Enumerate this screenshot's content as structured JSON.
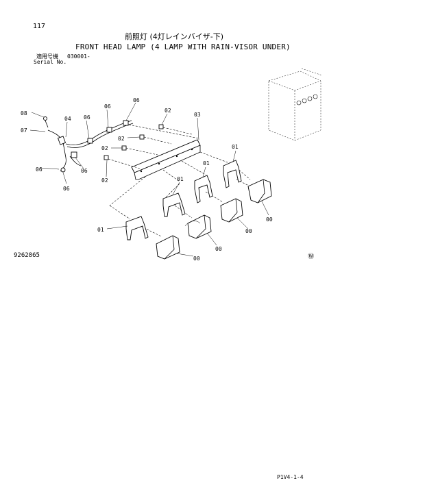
{
  "header": {
    "page_number": "117",
    "title_jp": "前照灯 (4灯レインバイザ-下)",
    "title_en": "FRONT HEAD LAMP (4 LAMP WITH RAIN-VISOR UNDER)",
    "serial_label_jp": "適用号機",
    "serial_value": "030001-",
    "serial_label_en": "Serial No."
  },
  "diagram": {
    "id": "9262865",
    "mark": "Ⓦ",
    "callouts": {
      "c08": "08",
      "c07": "07",
      "c04": "04",
      "c06a": "06",
      "c06b": "06",
      "c06c": "06",
      "c06d": "06",
      "c06e": "06",
      "c06f": "06",
      "c02a": "02",
      "c02b": "02",
      "c02c": "02",
      "c02d": "02",
      "c03": "03",
      "c01a": "01",
      "c01b": "01",
      "c01c": "01",
      "c01d": "01",
      "c00a": "00",
      "c00b": "00",
      "c00c": "00",
      "c00d": "00"
    }
  },
  "footer": {
    "code": "P1V4-1-4"
  }
}
